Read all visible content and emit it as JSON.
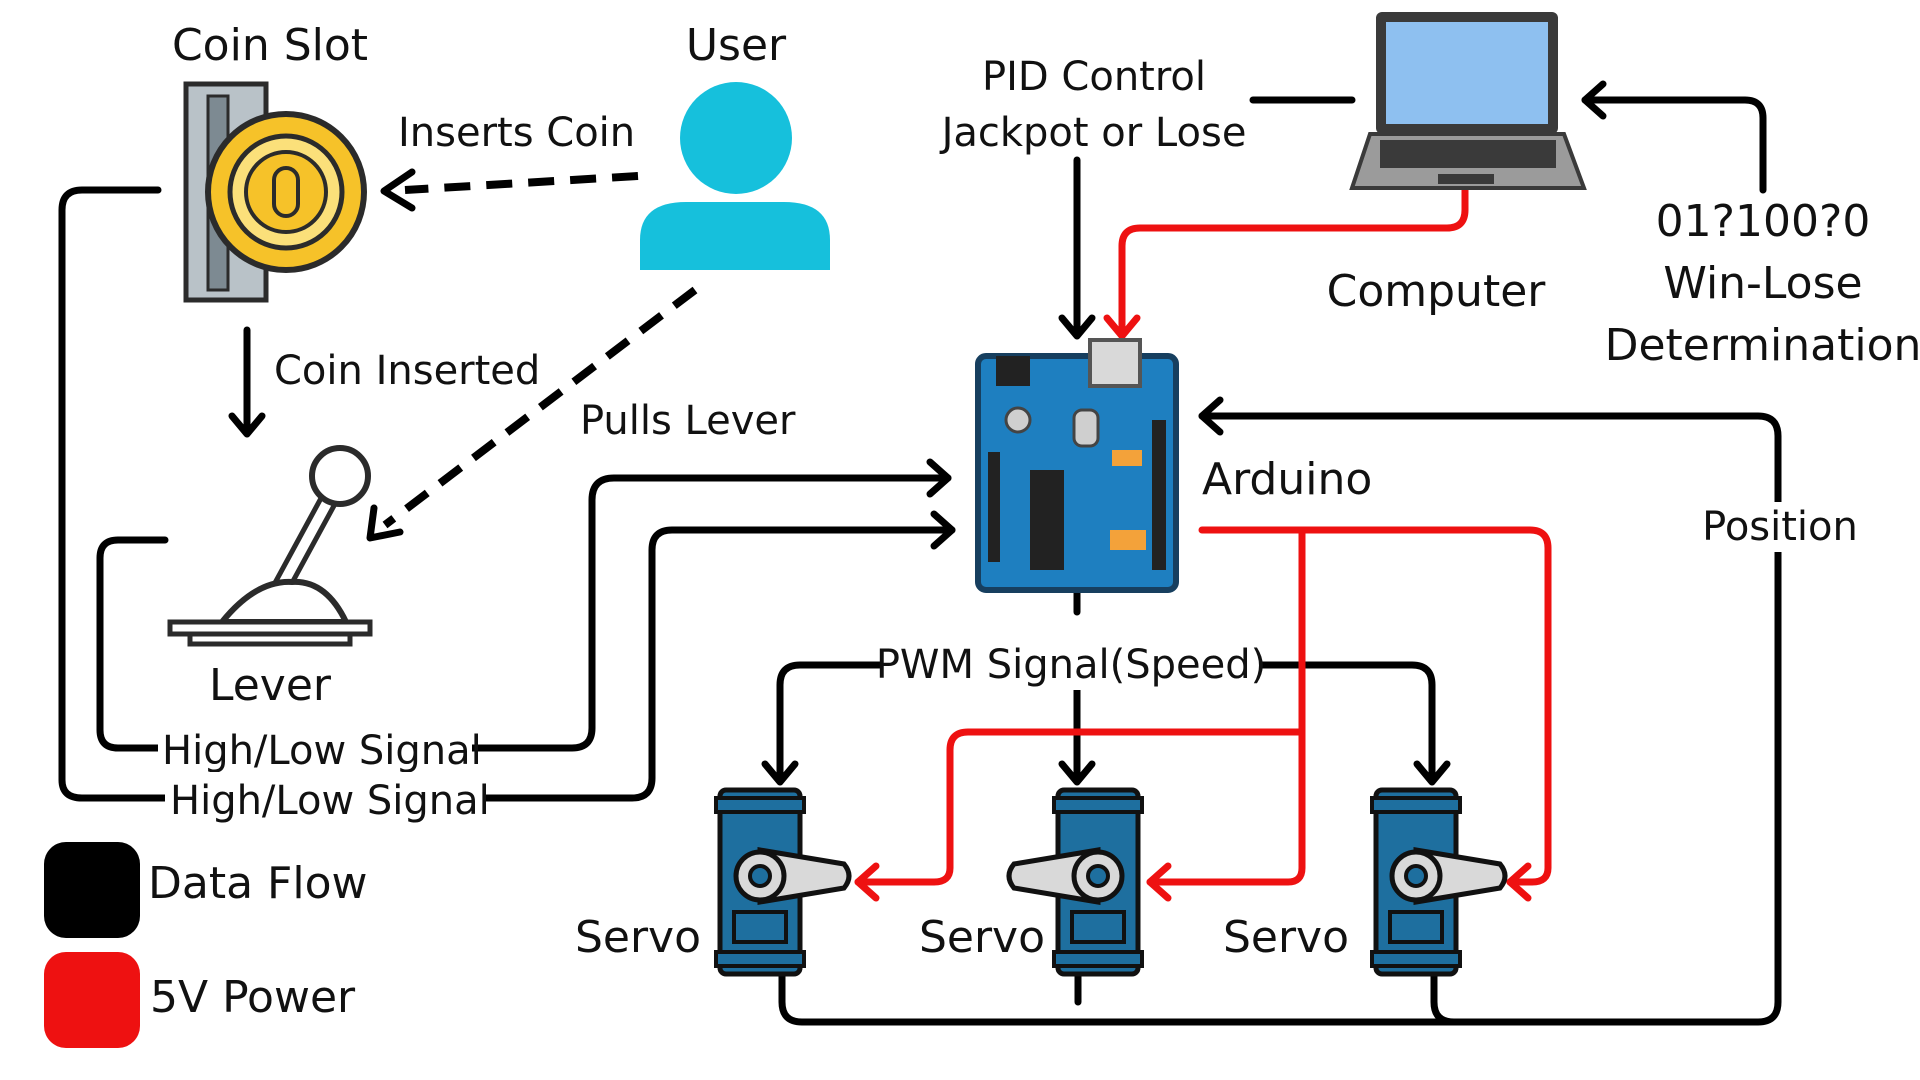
{
  "nodes": {
    "coin_slot": "Coin Slot",
    "user": "User",
    "lever": "Lever",
    "computer": "Computer",
    "arduino": "Arduino",
    "servo_1": "Servo",
    "servo_2": "Servo",
    "servo_3": "Servo"
  },
  "edges": {
    "inserts_coin": "Inserts Coin",
    "coin_inserted": "Coin Inserted",
    "pulls_lever": "Pulls Lever",
    "pid_line1": "PID Control",
    "pid_line2": "Jackpot or Lose",
    "winlose_line1": "01?100?0",
    "winlose_line2": "Win-Lose",
    "winlose_line3": "Determination",
    "high_low_1": "High/Low Signal",
    "high_low_2": "High/Low Signal",
    "pwm": "PWM Signal(Speed)",
    "position": "Position"
  },
  "legend": {
    "data_flow": "Data Flow",
    "power": "5V Power",
    "data_flow_color": "#000000",
    "power_color": "#ee1111"
  },
  "colors": {
    "user": "#16c0dc",
    "arduino_board": "#1e7fc0",
    "servo_body": "#1e6f9f",
    "coin_gold": "#f6c229",
    "laptop_screen": "#8ec0f0"
  }
}
